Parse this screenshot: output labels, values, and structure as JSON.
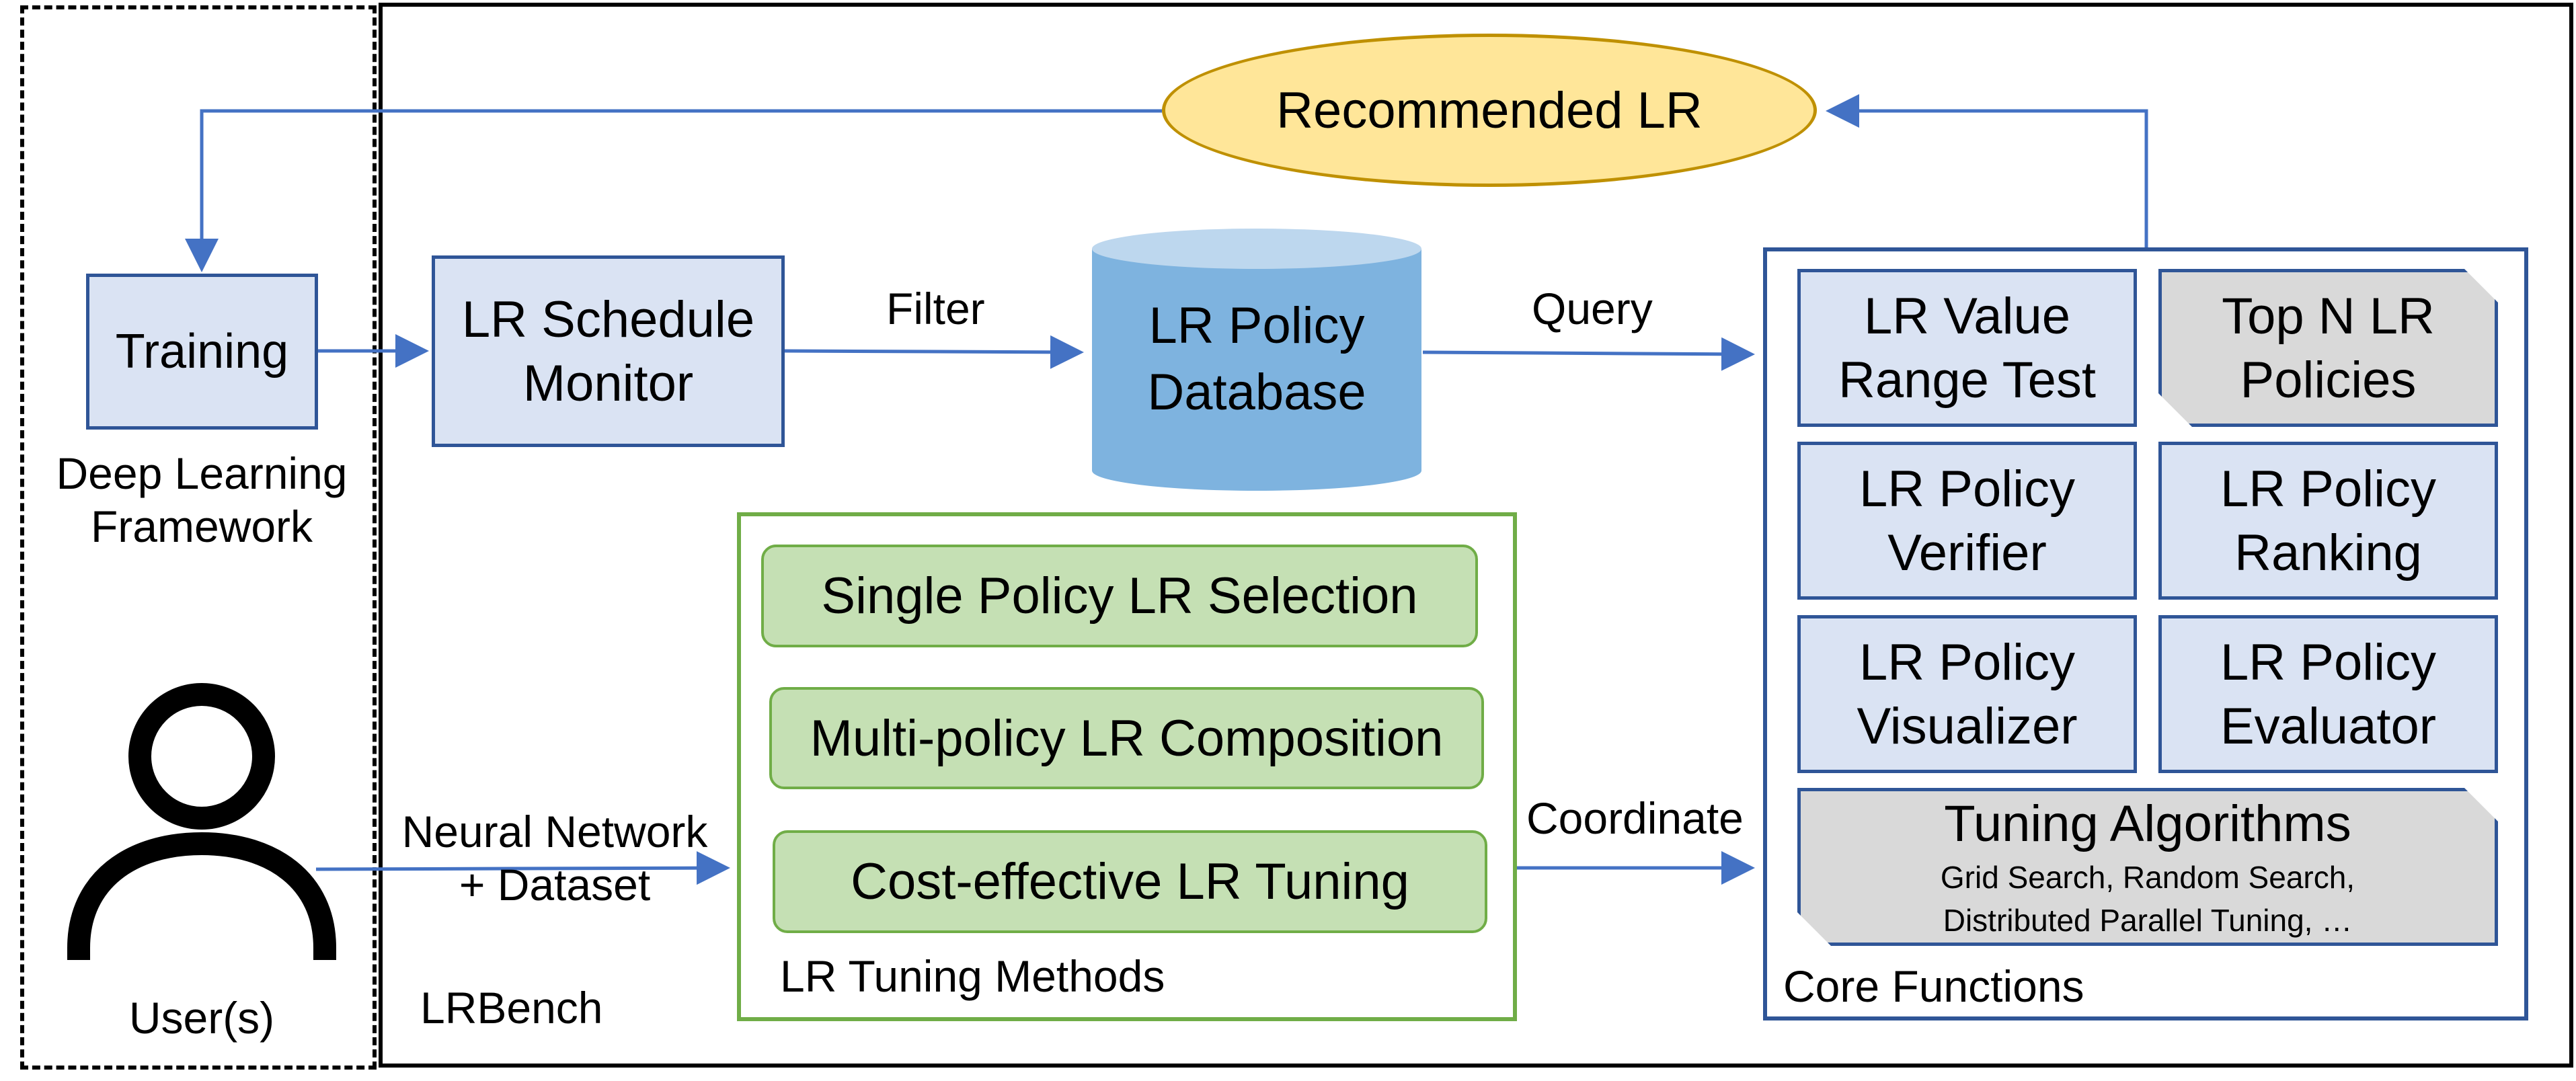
{
  "colors": {
    "frame_dark": "#000000",
    "blue_line": "#4472c4",
    "box_fill_blue": "#dae3f3",
    "box_border_blue": "#2f5597",
    "pill_fill_green": "#c5e0b4",
    "pill_border_green": "#70ad47",
    "db_fill": "#7eb3df",
    "db_top": "#bdd7ee",
    "ellipse_fill": "#ffe699",
    "ellipse_border": "#bf9000",
    "gray_fill": "#d9d9d9"
  },
  "user_area": {
    "training": "Training",
    "framework_line1": "Deep Learning",
    "framework_line2": "Framework",
    "user_label": "User(s)",
    "user_icon": "person-icon"
  },
  "lrbench": {
    "label": "LRBench",
    "recommended": "Recommended LR",
    "monitor_line1": "LR Schedule",
    "monitor_line2": "Monitor",
    "filter": "Filter",
    "db_line1": "LR Policy",
    "db_line2": "Database",
    "query": "Query",
    "coordinate": "Coordinate",
    "nn_line1": "Neural Network",
    "nn_line2": "+ Dataset"
  },
  "tuning_methods": {
    "title": "LR Tuning Methods",
    "items": [
      "Single Policy LR Selection",
      "Multi-policy LR Composition",
      "Cost-effective LR Tuning"
    ]
  },
  "core_functions": {
    "title": "Core Functions",
    "cells": [
      {
        "line1": "LR Value",
        "line2": "Range Test"
      },
      {
        "line1": "Top N LR",
        "line2": "Policies"
      },
      {
        "line1": "LR Policy",
        "line2": "Verifier"
      },
      {
        "line1": "LR Policy",
        "line2": "Ranking"
      },
      {
        "line1": "LR Policy",
        "line2": "Visualizer"
      },
      {
        "line1": "LR Policy",
        "line2": "Evaluator"
      }
    ],
    "algorithms": {
      "title": "Tuning Algorithms",
      "line1": "Grid Search, Random Search,",
      "line2": "Distributed Parallel Tuning, …"
    }
  }
}
